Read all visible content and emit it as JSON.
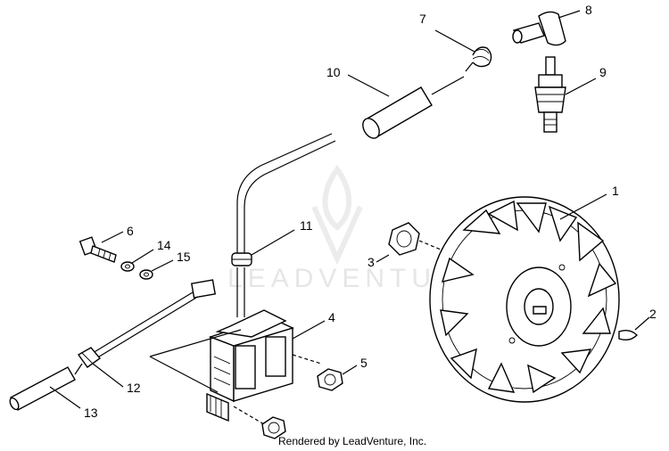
{
  "callouts": [
    "1",
    "2",
    "3",
    "4",
    "5",
    "6",
    "7",
    "8",
    "9",
    "10",
    "11",
    "12",
    "13",
    "14",
    "15"
  ],
  "watermark": "LEADVENTURE",
  "credit": "Rendered by LeadVenture, Inc."
}
